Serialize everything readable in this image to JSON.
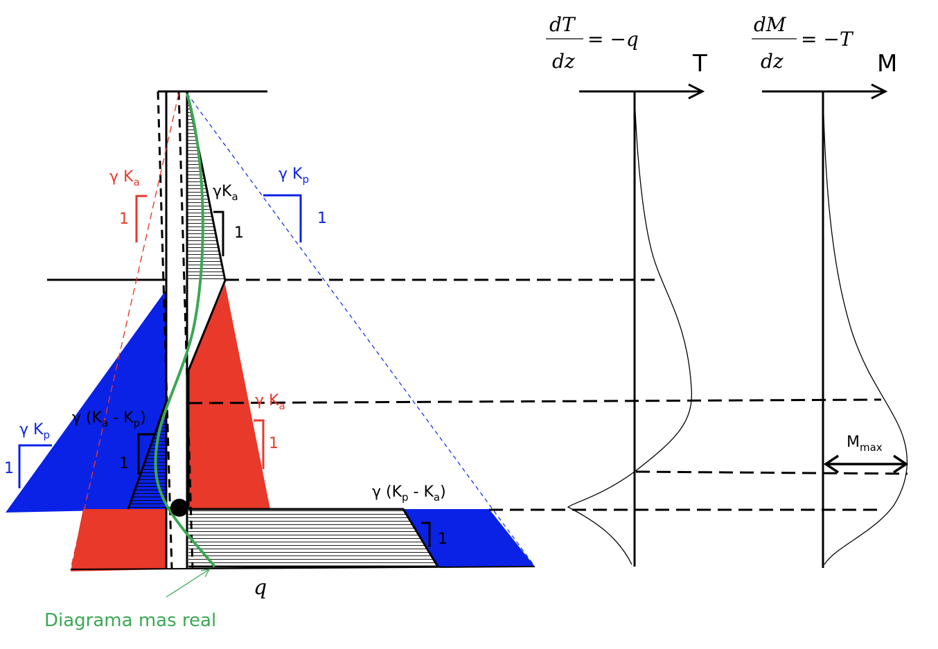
{
  "colors": {
    "red": "#e8392a",
    "blue": "#0a22e6",
    "green": "#3aa853",
    "black": "#000000"
  },
  "labels": {
    "gamma_ka_left": "γ K",
    "gamma_ka_left_sub": "a",
    "one_red_upper": "1",
    "gamma_kp_right": "γ K",
    "gamma_kp_right_sub": "p",
    "one_blue_upper": "1",
    "gamma_ka_mid": "γK",
    "gamma_ka_mid_sub": "a",
    "one_black_upper": "1",
    "gamma_ka_kp_prefix": "γ (K",
    "gamma_ka_kp_sub1": "a",
    "gamma_ka_kp_mid": " - K",
    "gamma_ka_kp_sub2": "p",
    "gamma_ka_kp_suffix": ")",
    "one_black_lower": "1",
    "gamma_kp_left": "γ K",
    "gamma_kp_left_sub": "p",
    "one_blue_left": "1",
    "gamma_ka_red_low": "γ K",
    "gamma_ka_red_low_sub": "a",
    "one_red_lower": "1",
    "gamma_kp_ka_prefix": "γ (K",
    "gamma_kp_ka_sub1": "p",
    "gamma_kp_ka_mid": " - K",
    "gamma_kp_ka_sub2": "a",
    "gamma_kp_ka_suffix": ")",
    "one_black_bottom": "1",
    "q_label": "q",
    "real_diagram_label": "Diagrama mas real"
  },
  "equations": {
    "shear_num": "dT",
    "shear_den": "dz",
    "shear_rhs": "= −q",
    "moment_num": "dM",
    "moment_den": "dz",
    "moment_rhs": "= −T"
  },
  "axes": {
    "shear_axis_label": "T",
    "moment_axis_label": "M",
    "mmax_label": "M",
    "mmax_sub": "max"
  }
}
